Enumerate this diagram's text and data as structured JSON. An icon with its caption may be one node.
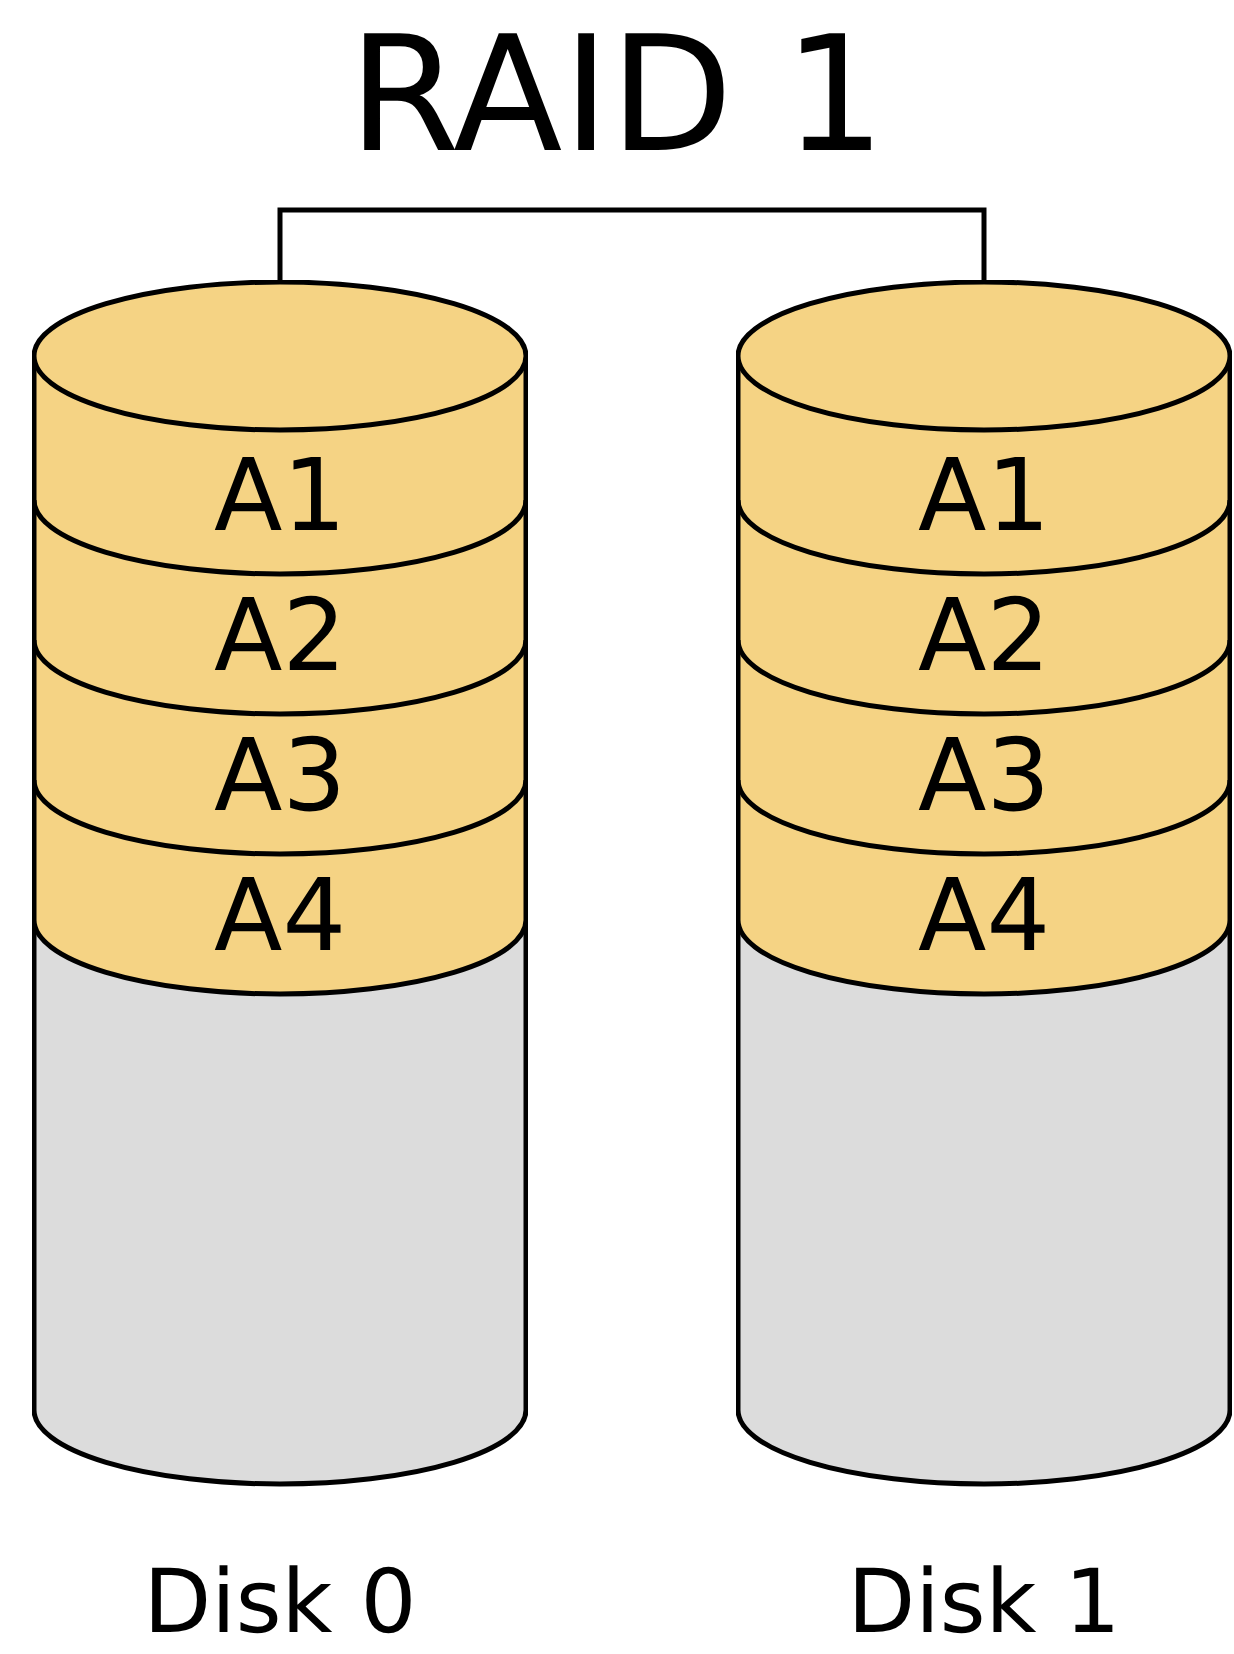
{
  "diagram": {
    "title": "RAID 1",
    "nodes": [
      {
        "text": [],
        "shape": "cylinder",
        "beside": [
          "Disk 0"
        ]
      },
      {
        "text": [
          "A1"
        ],
        "in": 0
      },
      {
        "text": [
          "A2"
        ],
        "in": 0
      },
      {
        "text": [
          "A3"
        ],
        "in": 0
      },
      {
        "text": [
          "A4"
        ],
        "in": 0
      },
      {
        "text": [],
        "shape": "cylinder",
        "beside": [
          "Disk 1"
        ]
      },
      {
        "text": [
          "A1"
        ],
        "in": 5
      },
      {
        "text": [
          "A2"
        ],
        "in": 5
      },
      {
        "text": [
          "A3"
        ],
        "in": 5
      },
      {
        "text": [
          "A4"
        ],
        "in": 5
      }
    ],
    "edges": [
      {
        "from": 0,
        "to": 5,
        "arrow": "none"
      }
    ]
  }
}
